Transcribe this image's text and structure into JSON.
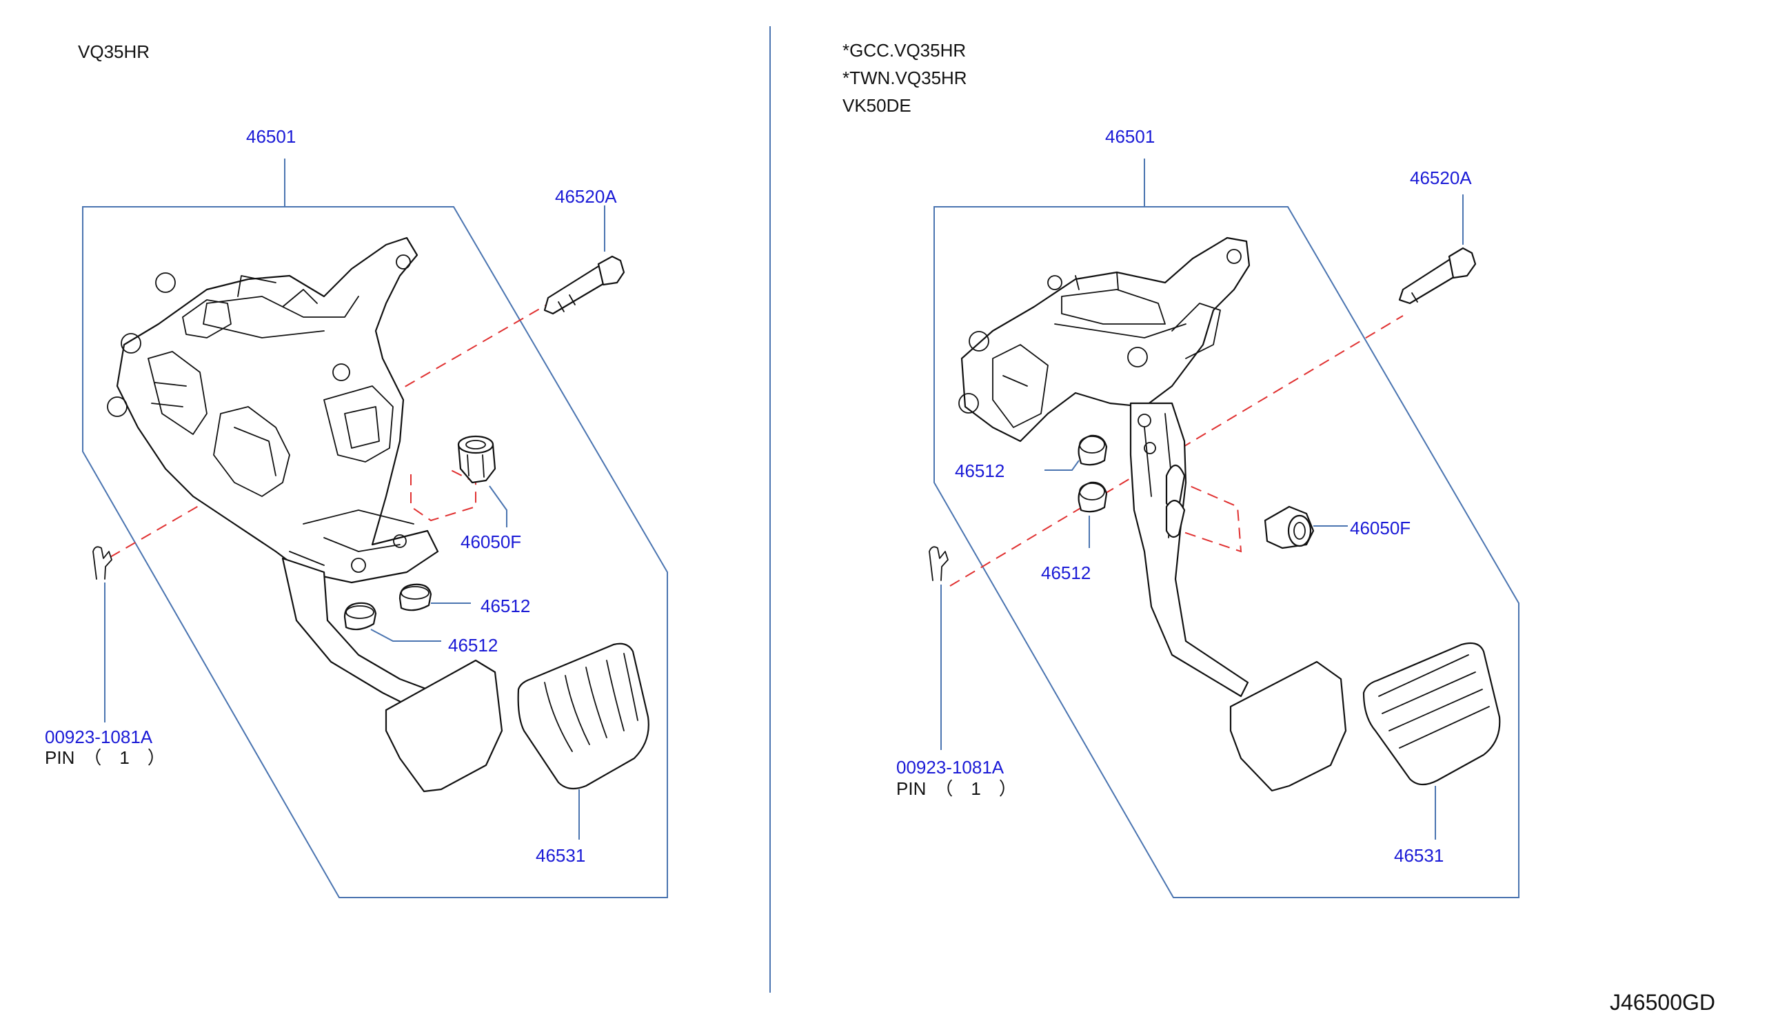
{
  "left_panel": {
    "variant": "VQ35HR",
    "labels": {
      "assembly": "46501",
      "clevis_pin": "46520A",
      "bushing": "46050F",
      "stopper_upper": "46512",
      "stopper_lower": "46512",
      "pin_part_no": "00923-1081A",
      "pin_text": "PIN　（　1　）",
      "pedal_pad": "46531"
    }
  },
  "right_panel": {
    "variants": [
      "*GCC.VQ35HR",
      "*TWN.VQ35HR",
      "VK50DE"
    ],
    "labels": {
      "assembly": "46501",
      "clevis_pin": "46520A",
      "stopper_upper": "46512",
      "stopper_lower": "46512",
      "bushing": "46050F",
      "pin_part_no": "00923-1081A",
      "pin_text": "PIN　（　1　）",
      "pedal_pad": "46531"
    }
  },
  "diagram_code": "J46500GD",
  "colors": {
    "callout": "#1a1ad6",
    "frame": "#4a74b0",
    "hidden_line": "#e03030",
    "text": "#111111"
  }
}
